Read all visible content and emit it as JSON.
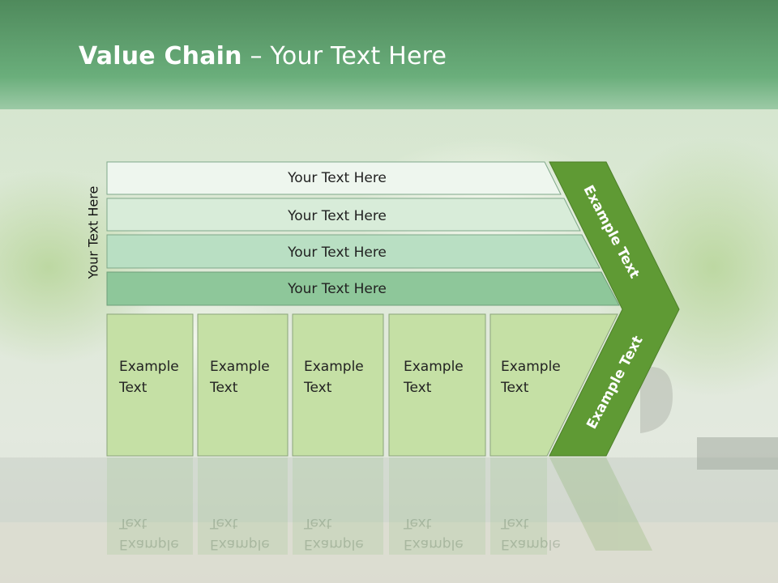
{
  "slide": {
    "title_bold": "Value Chain",
    "title_rest": " – Your Text Here",
    "vertical_label": "Your Text Here"
  },
  "bars": [
    {
      "label": "Your Text Here",
      "color": "#eef6ee"
    },
    {
      "label": "Your Text Here",
      "color": "#d8ecd9"
    },
    {
      "label": "Your Text Here",
      "color": "#b9dfc3"
    },
    {
      "label": "Your Text Here",
      "color": "#8ec79a"
    }
  ],
  "boxes": [
    {
      "label": "Example\nText"
    },
    {
      "label": "Example\nText"
    },
    {
      "label": "Example\nText"
    },
    {
      "label": "Example\nText"
    },
    {
      "label": "Example\nText"
    }
  ],
  "chevron": {
    "top_label": "Example Text",
    "bottom_label": "Example Text",
    "color": "#5f9a34"
  },
  "colors": {
    "box_fill": "#c5e0a5",
    "header_green": "#62a878"
  }
}
